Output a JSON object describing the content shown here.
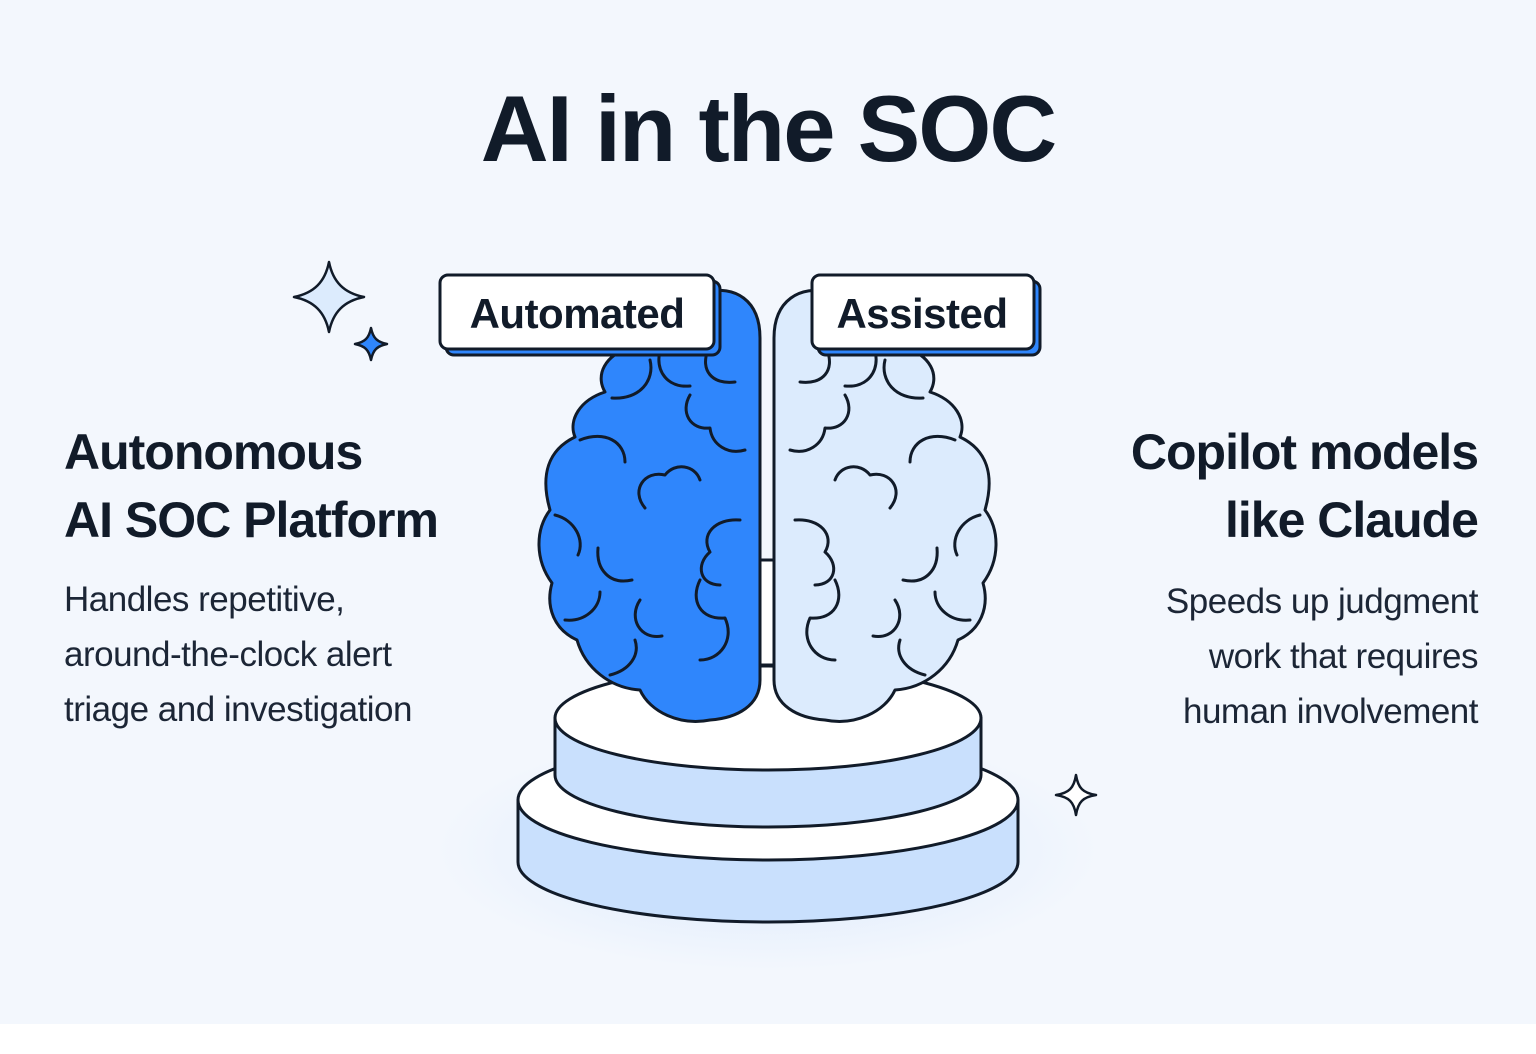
{
  "title": "AI in the SOC",
  "tags": {
    "left": "Automated",
    "right": "Assisted"
  },
  "left_block": {
    "heading_lines": [
      "Autonomous",
      "AI SOC Platform"
    ],
    "description_lines": [
      "Handles repetitive,",
      "around-the-clock alert",
      "triage and investigation"
    ]
  },
  "right_block": {
    "heading_lines": [
      "Copilot models",
      "like Claude"
    ],
    "description_lines": [
      "Speeds up judgment",
      "work that requires",
      "human involvement"
    ]
  },
  "colors": {
    "background": "#f3f7fd",
    "brain_left": "#2f86fc",
    "brain_right": "#dcebfd",
    "pedestal": "#c9e0fd",
    "outline": "#111b29"
  },
  "icons": [
    "sparkle-icon",
    "brain-icon",
    "pedestal-icon"
  ]
}
